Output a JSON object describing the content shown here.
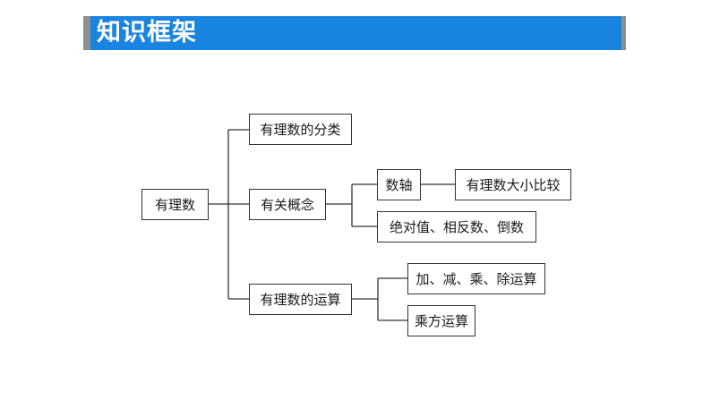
{
  "header": {
    "title": "知识框架"
  },
  "diagram": {
    "root": "有理数",
    "branch_classification": "有理数的分类",
    "branch_concepts": "有关概念",
    "concept_number_line": "数轴",
    "concept_compare": "有理数大小比较",
    "concept_abs": "绝对值、相反数、倒数",
    "branch_operations": "有理数的运算",
    "op_basic": "加、减、乘、除运算",
    "op_power": "乘方运算"
  }
}
